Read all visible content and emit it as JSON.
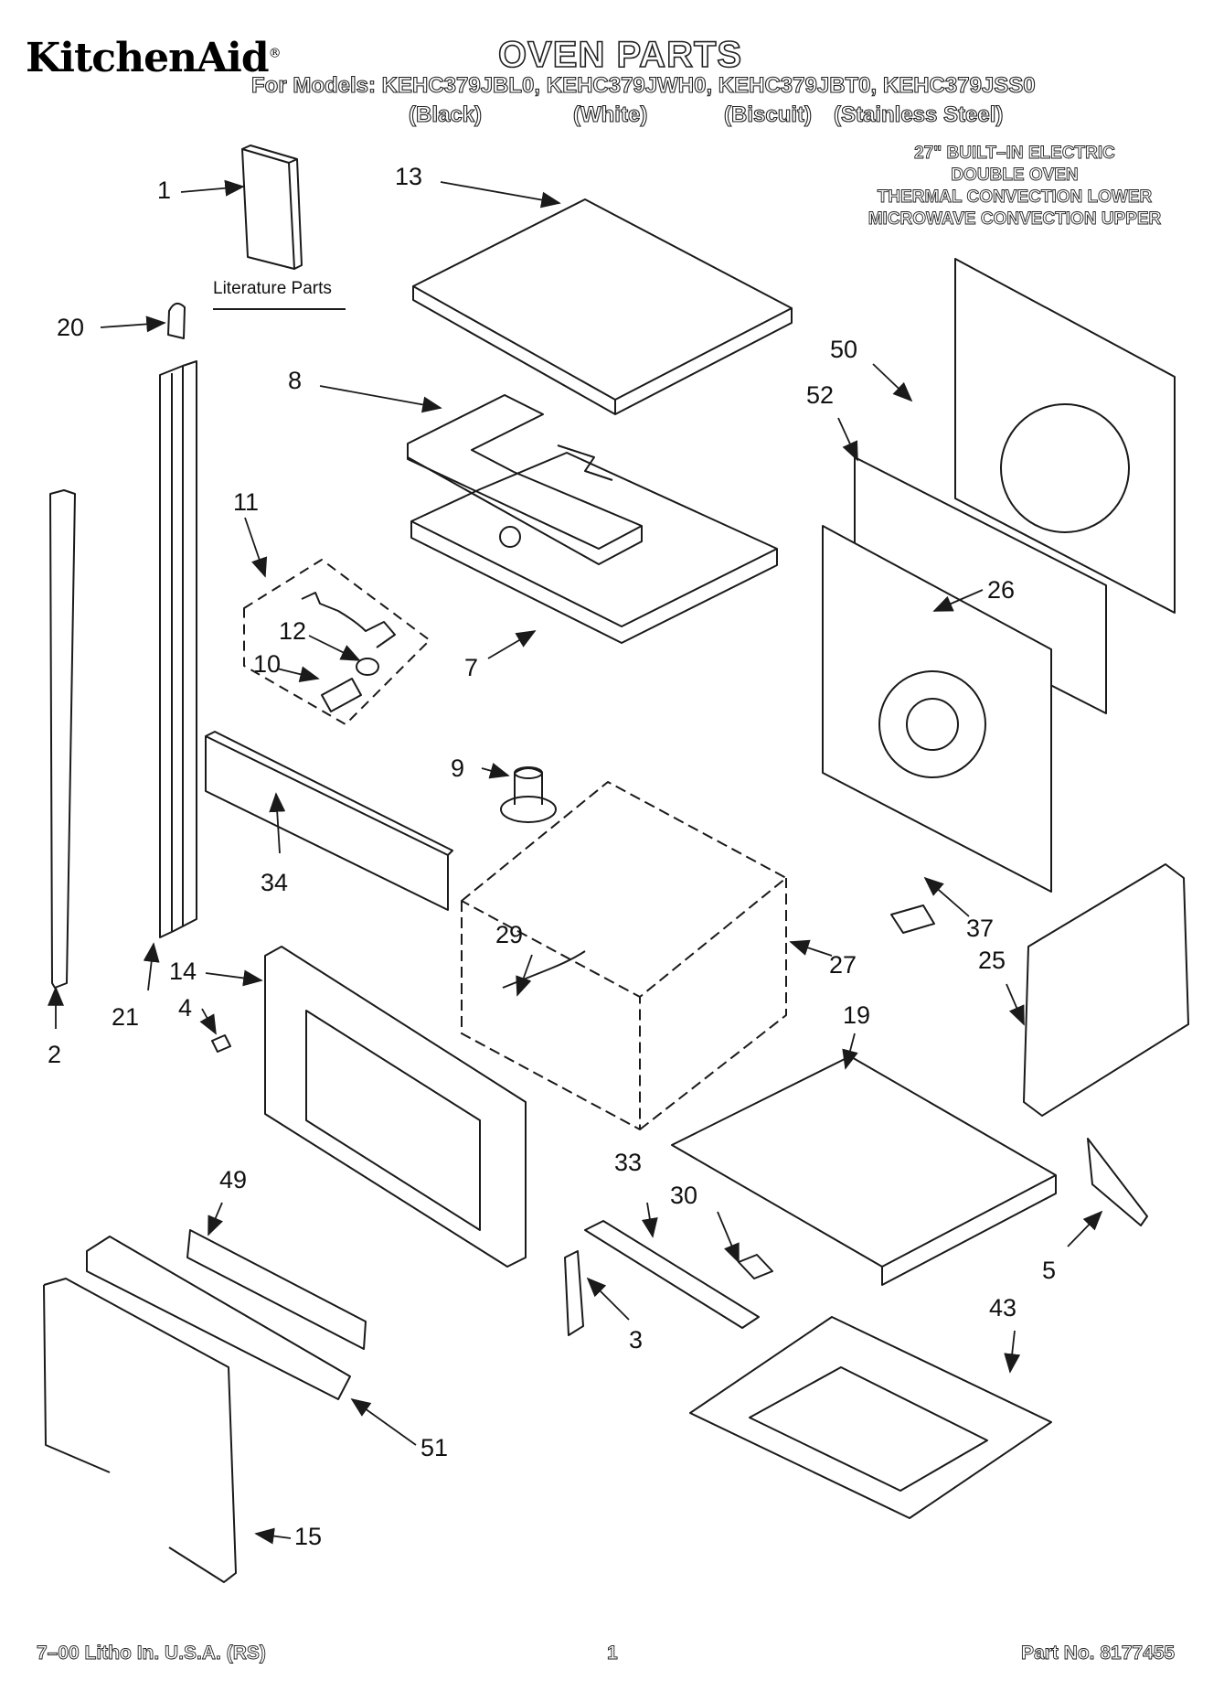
{
  "header": {
    "brand": "KitchenAid",
    "brand_mark": "®",
    "title": "OVEN PARTS",
    "models": "For Models: KEHC379JBL0, KEHC379JWH0, KEHC379JBT0, KEHC379JSS0",
    "variants": [
      "(Black)",
      "(White)",
      "(Biscuit)",
      "(Stainless Steel)"
    ]
  },
  "description": [
    "27\" BUILT–IN ELECTRIC",
    "DOUBLE OVEN",
    "THERMAL CONVECTION LOWER",
    "MICROWAVE CONVECTION UPPER"
  ],
  "literature_label": "Literature Parts",
  "callouts": [
    "1",
    "13",
    "20",
    "8",
    "50",
    "52",
    "11",
    "12",
    "10",
    "7",
    "26",
    "9",
    "34",
    "29",
    "27",
    "37",
    "25",
    "14",
    "21",
    "4",
    "2",
    "19",
    "49",
    "33",
    "30",
    "5",
    "3",
    "43",
    "51",
    "15"
  ],
  "footer": {
    "left": "7–00 Litho In. U.S.A. (RS)",
    "center": "1",
    "right": "Part No. 8177455"
  },
  "colors": {
    "line": "#1a1a1a",
    "background": "#ffffff"
  }
}
